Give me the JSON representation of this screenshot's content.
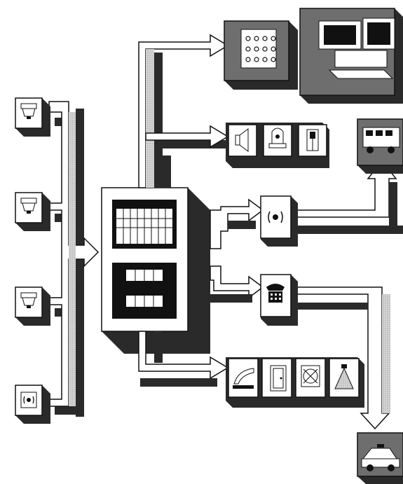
{
  "diagram": {
    "style": "monochrome isometric block diagram",
    "colors": {
      "ink": "#111111",
      "shadow": "#2a2a2a",
      "panel": "#6e6e6e",
      "arrow_fill": "#ffffff"
    },
    "text_labels": [],
    "nodes": [
      {
        "id": "input-detector-1",
        "icon": "smoke-detector-icon"
      },
      {
        "id": "input-detector-2",
        "icon": "smoke-detector-icon"
      },
      {
        "id": "input-detector-3",
        "icon": "smoke-detector-icon"
      },
      {
        "id": "input-sensor",
        "icon": "wireless-sensor-icon"
      },
      {
        "id": "control-panel",
        "icon": "control-panel-icon"
      },
      {
        "id": "keypad-station",
        "icon": "keypad-icon"
      },
      {
        "id": "monitoring-computer",
        "icon": "computer-workstation-icon"
      },
      {
        "id": "speaker",
        "icon": "speaker-icon"
      },
      {
        "id": "warning-light",
        "icon": "beacon-icon"
      },
      {
        "id": "door-release",
        "icon": "door-icon"
      },
      {
        "id": "fire-truck",
        "icon": "fire-truck-icon"
      },
      {
        "id": "radio-transmitter",
        "icon": "wireless-transmitter-icon"
      },
      {
        "id": "telephone-dialer",
        "icon": "telephone-icon"
      },
      {
        "id": "damper",
        "icon": "damper-icon"
      },
      {
        "id": "exit-door",
        "icon": "exit-door-icon"
      },
      {
        "id": "fan",
        "icon": "fan-icon"
      },
      {
        "id": "sprinkler",
        "icon": "sprinkler-icon"
      },
      {
        "id": "police-car",
        "icon": "police-car-icon"
      }
    ],
    "connections": [
      {
        "from": "input-detectors",
        "to": "control-panel"
      },
      {
        "from": "control-panel",
        "to": "keypad-station"
      },
      {
        "from": "control-panel",
        "to": "speaker"
      },
      {
        "from": "control-panel",
        "to": "radio-transmitter"
      },
      {
        "from": "radio-transmitter",
        "to": "fire-truck"
      },
      {
        "from": "control-panel",
        "to": "telephone-dialer"
      },
      {
        "from": "telephone-dialer",
        "to": "police-car"
      },
      {
        "from": "control-panel",
        "to": "damper"
      }
    ]
  }
}
